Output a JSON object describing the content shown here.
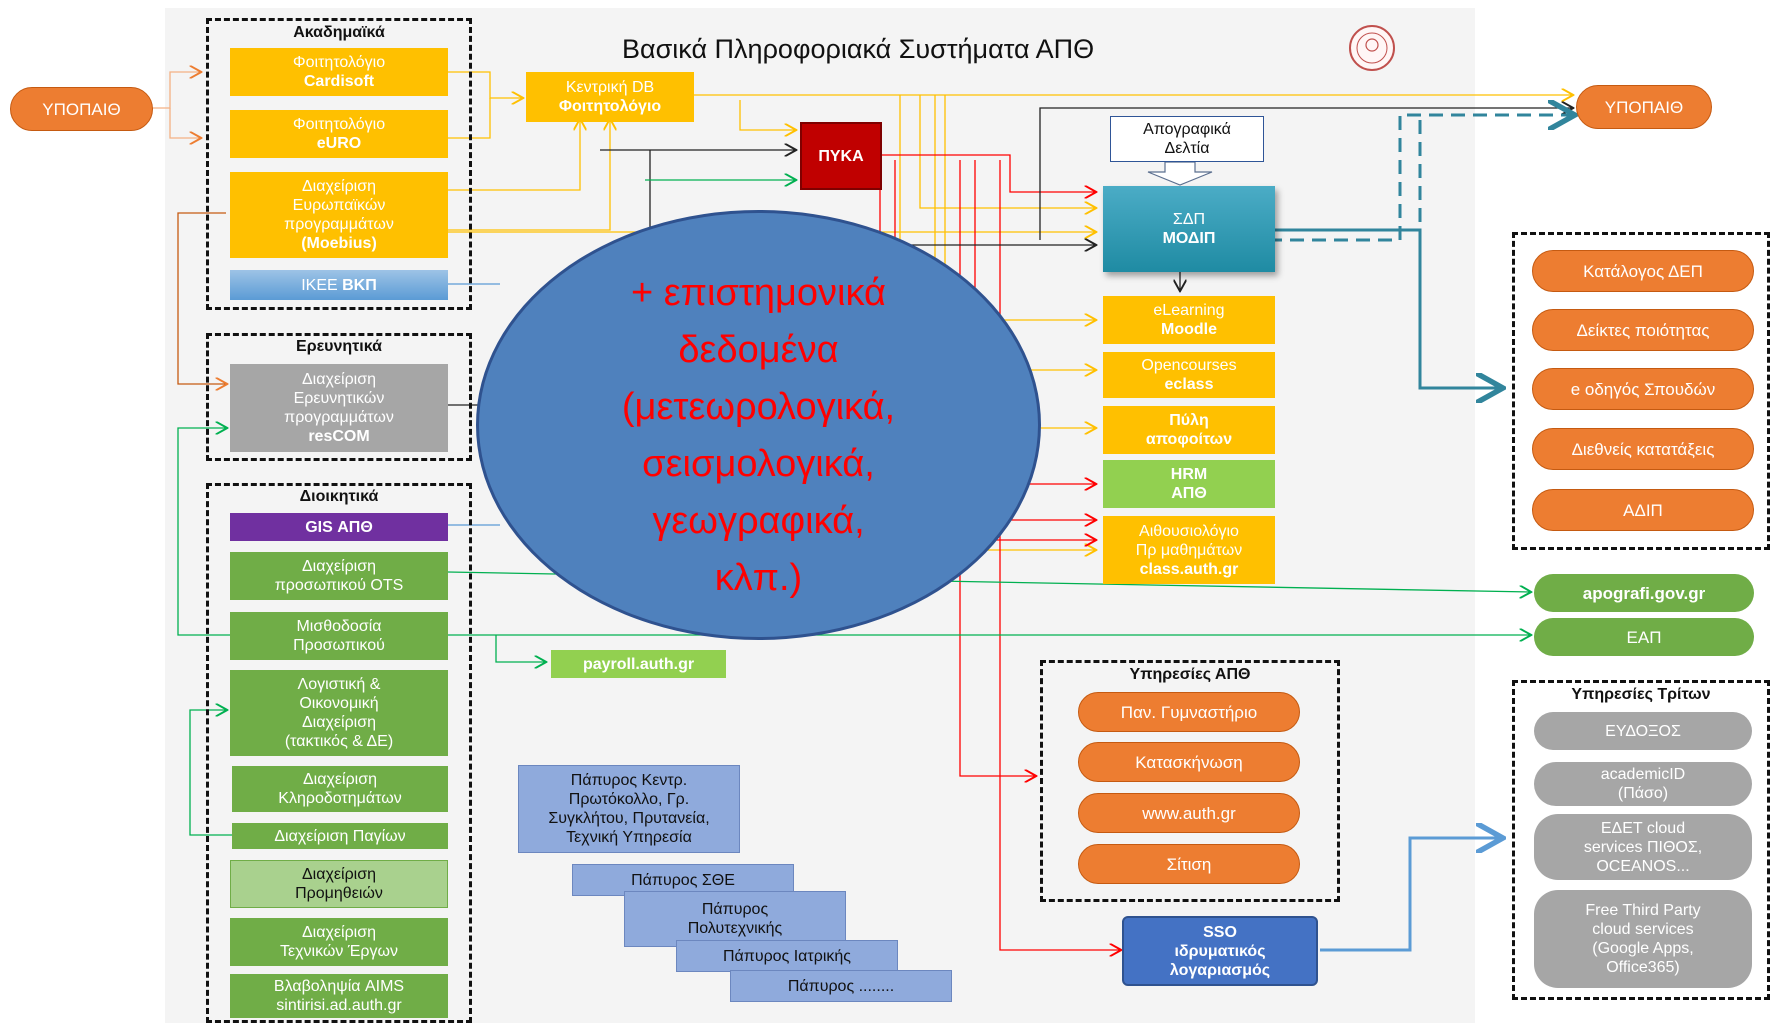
{
  "title": "Βασικά Πληροφοριακά Συστήματα ΑΠΘ",
  "upopaith_left": "ΥΠΟΠΑΙΘ",
  "upopaith_right": "ΥΠΟΠΑΙΘ",
  "groups": {
    "academic": "Ακαδημαϊκά",
    "research": "Ερευνητικά",
    "admin": "Διοικητικά",
    "services_auth": "Υπηρεσίες ΑΠΘ",
    "services_third": "Υπηρεσίες Τρίτων"
  },
  "academic": {
    "cardisoft_1": "Φοιτητολόγιο",
    "cardisoft_2": "Cardisoft",
    "euro_1": "Φοιτητολόγιο",
    "euro_2": "eURO",
    "moebius_1": "Διαχείριση\nΕυρωπαϊκών\nπρογραμμάτων",
    "moebius_2": "(Moebius)",
    "ikee_1": "ΙΚΕΕ ",
    "ikee_2": "ΒΚΠ"
  },
  "research": {
    "rescom_1": "Διαχείριση\nΕρευνητικών\nπρογραμμάτων",
    "rescom_2": "resCOM"
  },
  "admin": {
    "gis": "GIS ΑΠΘ",
    "ots": "Διαχείριση\nπροσωπικού  OTS",
    "payroll": "Μισθοδοσία\nΠροσωπικού",
    "logistics": "Λογιστική  &\nΟικονομική\nΔιαχείριση\n(τακτικός & ΔΕ)",
    "bequests": "Διαχείριση\nΚληροδοτημάτων",
    "assets": "Διαχείριση Παγίων",
    "procurement": "Διαχείριση\nΠρομηθειών",
    "works": "Διαχείριση\nΤεχνικών  Έργων",
    "aims_1": "Βλαβοληψία AIMS",
    "aims_2": "sintirisi.ad.auth.gr"
  },
  "central_db_1": "Κεντρική DB",
  "central_db_2": "Φοιτητολόγιο",
  "pyka": "ΠΥΚΑ",
  "apografika": "Απογραφικά\nΔελτία",
  "sdp_1": "ΣΔΠ",
  "sdp_2": "ΜΟΔΙΠ",
  "middle": {
    "moodle_1": "eLearning",
    "moodle_2": "Moodle",
    "opencourses_1": "Opencourses",
    "opencourses_2": "eclass",
    "alumni": "Πύλη\nαποφοίτων",
    "hrm": "HRM\nΑΠΘ",
    "class_1": "Αιθουσιολόγιο\nΠρ μαθημάτων",
    "class_2": "class.auth.gr"
  },
  "payroll_site": "payroll.auth.gr",
  "ellipse_text": "+ επιστημονικά\nδεδομένα\n(μετεωρολογικά,\nσεισμολογικά,\nγεωγραφικά,\nκλπ.)",
  "right_outputs": [
    "Κατάλογος ΔΕΠ",
    "Δείκτες ποιότητας",
    "e οδηγός Σπουδών",
    "Διεθνείς κατατάξεις",
    "ΑΔΙΠ"
  ],
  "apografi": "apografi.gov.gr",
  "eap": "ΕΑΠ",
  "services_auth_items": [
    "Παν. Γυμναστήριο",
    "Κατασκήνωση",
    "www.auth.gr",
    "Σίτιση"
  ],
  "third_items": [
    "ΕΥΔΟΞΟΣ",
    "academicID\n(Πάσο)",
    "ΕΔΕΤ cloud\nservices ΠΙΘΟΣ,\nOCEANOS...",
    "Free Third  Party\ncloud services\n(Google Apps,\nOffice365)"
  ],
  "papyrus": [
    "Πάπυρος Κεντρ.\nΠρωτόκολλο, Γρ.\nΣυγκλήτου, Πρυτανεία,\nΤεχνική Υπηρεσία",
    "Πάπυρος ΣΘΕ",
    "Πάπυρος\nΠολυτεχνικής",
    "Πάπυρος Ιατρικής",
    "Πάπυρος ........"
  ],
  "sso": "SSO\nιδρυματικός\nλογαριασμός",
  "colors": {
    "yellow": "#ffc000",
    "orange": "#ed7d31",
    "gray": "#a6a6a6",
    "green": "#70ad47",
    "light_green": "#92d050",
    "purple": "#7030a0",
    "ellipse": "#4f81bd",
    "ellipse_text": "#ff0000",
    "pyka": "#c00000",
    "teal": "#31859c",
    "sso": "#4472c4",
    "papyrus": "#8faadc"
  }
}
